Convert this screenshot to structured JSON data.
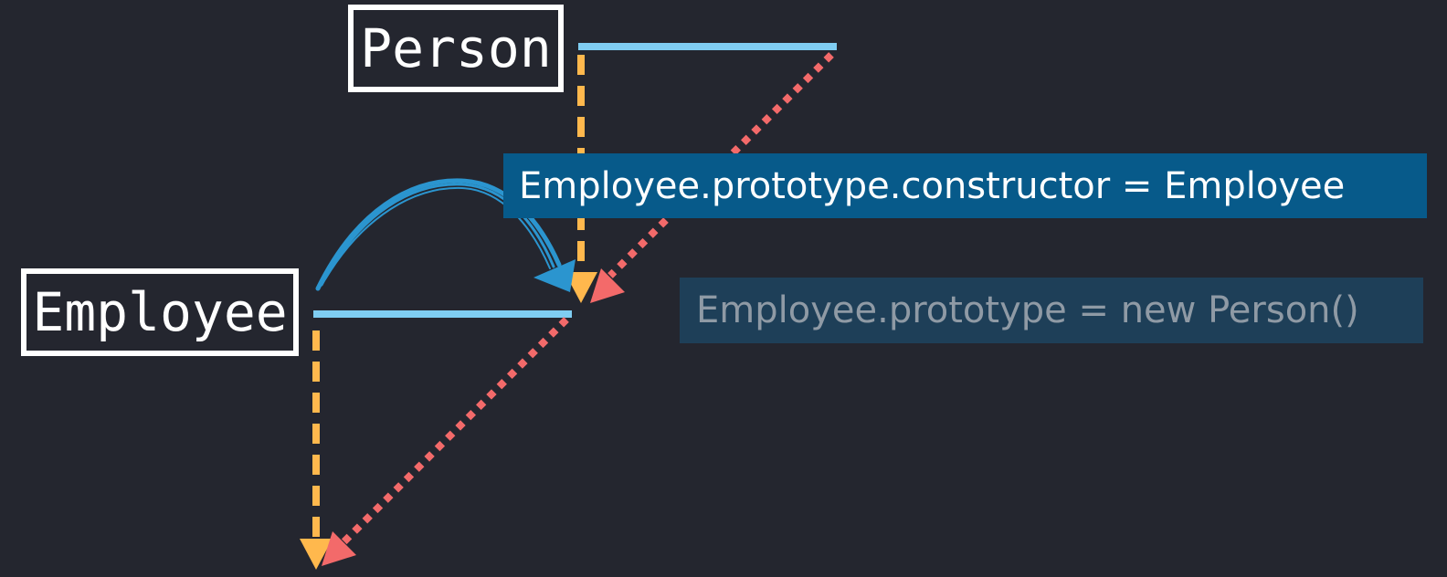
{
  "nodes": {
    "person": "Person",
    "employee": "Employee"
  },
  "labels": {
    "constructor_assignment": "Employee.prototype.constructor = Employee",
    "prototype_assignment": "Employee.prototype = new Person()"
  },
  "colors": {
    "background": "#24262f",
    "prototype_line": "#7fcdf2",
    "orange_dashed_arrow": "#ffb84d",
    "red_dotted_arrow": "#f36a6a",
    "constructor_arc": "#2b95cf",
    "constructor_label_bg": "#075a8a",
    "prototype_label_bg": "#1e3f58"
  }
}
